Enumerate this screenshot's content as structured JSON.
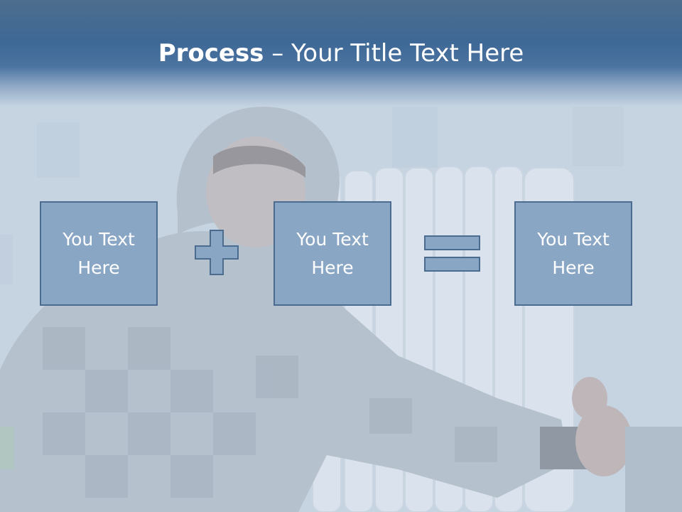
{
  "slide": {
    "title_bold": "Process",
    "title_rest": " – Your Title Text Here"
  },
  "boxes": [
    {
      "line1": "You Text",
      "line2": "Here"
    },
    {
      "line1": "You Text",
      "line2": "Here"
    },
    {
      "line1": "You Text",
      "line2": "Here"
    }
  ],
  "operators": [
    "plus",
    "equals"
  ],
  "colors": {
    "title_band": "#3e6896",
    "box_fill": "#8aa6c5",
    "box_border": "#4b6b8f",
    "operator_fill": "#8aa6c5",
    "text": "#ffffff"
  },
  "background": {
    "subject": "photo-person-hugging-radiator"
  }
}
